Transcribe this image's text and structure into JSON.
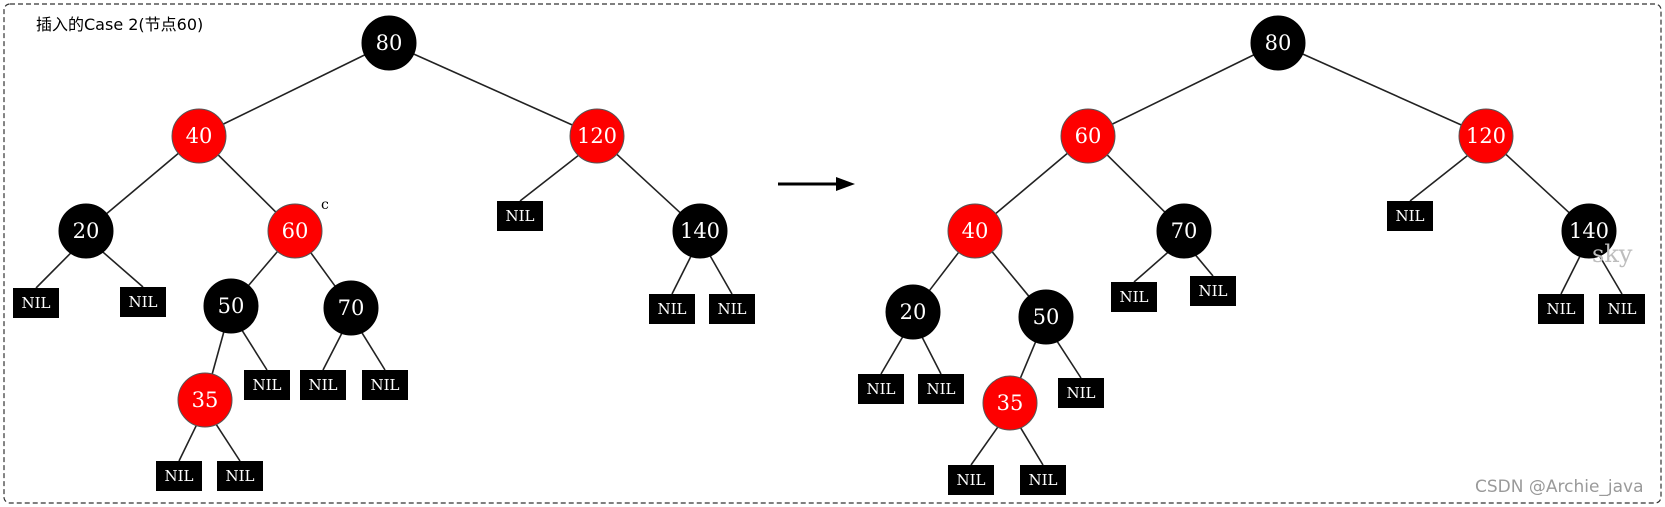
{
  "caption": "插入的Case 2(节点60)",
  "case_mark": "c",
  "watermark": "CSDN @Archie_java",
  "faint_mark": "sky",
  "nil_label": "NIL",
  "colors": {
    "red": "#fe0000",
    "black": "#000000",
    "text": "#ffffff"
  },
  "arrow": "arrow-right",
  "trees": [
    {
      "name": "before",
      "nodes": [
        {
          "id": "b80",
          "label": "80",
          "color": "black"
        },
        {
          "id": "b40",
          "label": "40",
          "color": "red"
        },
        {
          "id": "b120",
          "label": "120",
          "color": "red"
        },
        {
          "id": "b20",
          "label": "20",
          "color": "black"
        },
        {
          "id": "b60",
          "label": "60",
          "color": "red"
        },
        {
          "id": "b140",
          "label": "140",
          "color": "black"
        },
        {
          "id": "b50",
          "label": "50",
          "color": "black"
        },
        {
          "id": "b70",
          "label": "70",
          "color": "black"
        },
        {
          "id": "b35",
          "label": "35",
          "color": "red"
        }
      ],
      "edges": [
        [
          "b80",
          "b40"
        ],
        [
          "b80",
          "b120"
        ],
        [
          "b40",
          "b20"
        ],
        [
          "b40",
          "b60"
        ],
        [
          "b120",
          "bn5"
        ],
        [
          "b120",
          "b140"
        ],
        [
          "b20",
          "bn1"
        ],
        [
          "b20",
          "bn2"
        ],
        [
          "b60",
          "b50"
        ],
        [
          "b60",
          "b70"
        ],
        [
          "b140",
          "bn6"
        ],
        [
          "b140",
          "bn7"
        ],
        [
          "b50",
          "b35"
        ],
        [
          "b50",
          "bn8"
        ],
        [
          "b70",
          "bn9"
        ],
        [
          "b70",
          "bn10"
        ],
        [
          "b35",
          "bn11"
        ],
        [
          "b35",
          "bn12"
        ]
      ]
    },
    {
      "name": "after",
      "nodes": [
        {
          "id": "a80",
          "label": "80",
          "color": "black"
        },
        {
          "id": "a60",
          "label": "60",
          "color": "red"
        },
        {
          "id": "a120",
          "label": "120",
          "color": "red"
        },
        {
          "id": "a40",
          "label": "40",
          "color": "red"
        },
        {
          "id": "a70",
          "label": "70",
          "color": "black"
        },
        {
          "id": "a140",
          "label": "140",
          "color": "black"
        },
        {
          "id": "a20",
          "label": "20",
          "color": "black"
        },
        {
          "id": "a50",
          "label": "50",
          "color": "black"
        },
        {
          "id": "a35",
          "label": "35",
          "color": "red"
        }
      ],
      "edges": [
        [
          "a80",
          "a60"
        ],
        [
          "a80",
          "a120"
        ],
        [
          "a60",
          "a40"
        ],
        [
          "a60",
          "a70"
        ],
        [
          "a120",
          "an1"
        ],
        [
          "a120",
          "a140"
        ],
        [
          "a40",
          "a20"
        ],
        [
          "a40",
          "a50"
        ],
        [
          "a70",
          "an2"
        ],
        [
          "a70",
          "an3"
        ],
        [
          "a140",
          "an4"
        ],
        [
          "a140",
          "an5"
        ],
        [
          "a20",
          "an6"
        ],
        [
          "a20",
          "an7"
        ],
        [
          "a50",
          "a35"
        ],
        [
          "a50",
          "an8"
        ],
        [
          "a35",
          "an9"
        ],
        [
          "a35",
          "an10"
        ]
      ]
    }
  ]
}
